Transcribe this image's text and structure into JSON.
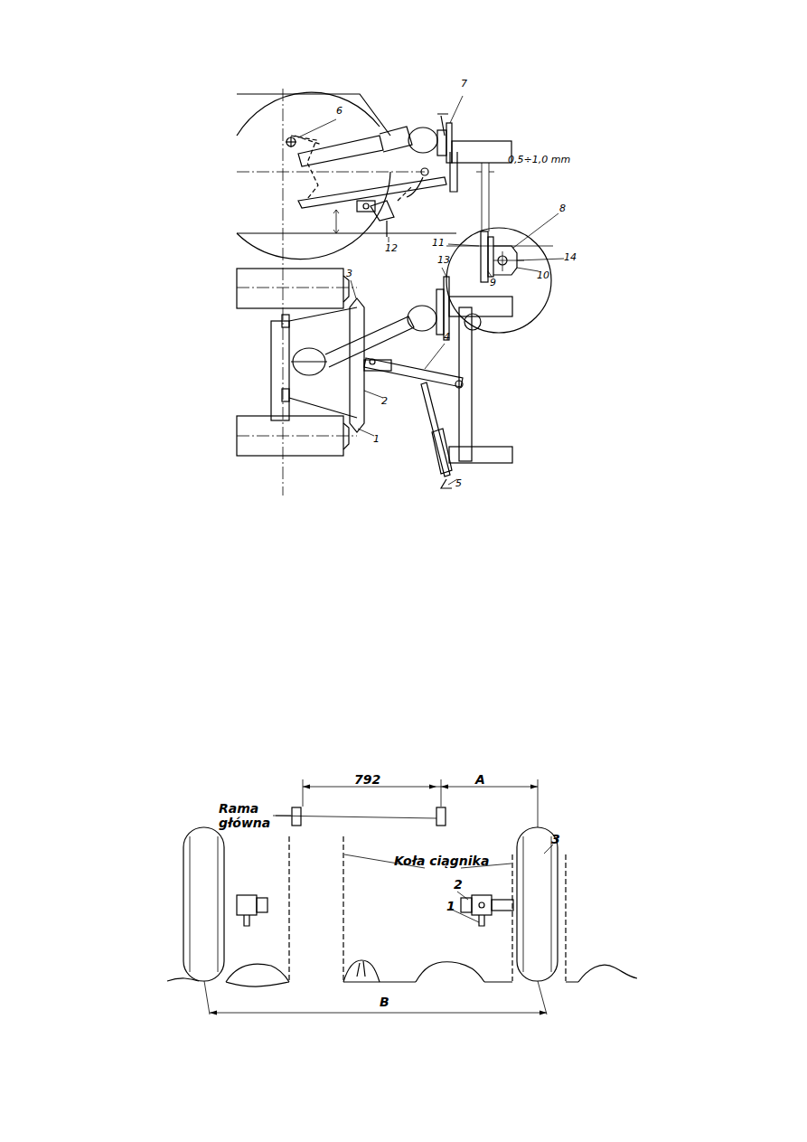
{
  "diagram": {
    "labels": [
      "6",
      "7",
      "0,5÷1,0 mm",
      "8",
      "11",
      "14",
      "10",
      "9",
      "12",
      "13",
      "3",
      "2",
      "4",
      "1",
      "5",
      "792",
      "A",
      "Rama główna",
      "Koła ciągnika",
      "3",
      "2",
      "1",
      "B"
    ]
  }
}
